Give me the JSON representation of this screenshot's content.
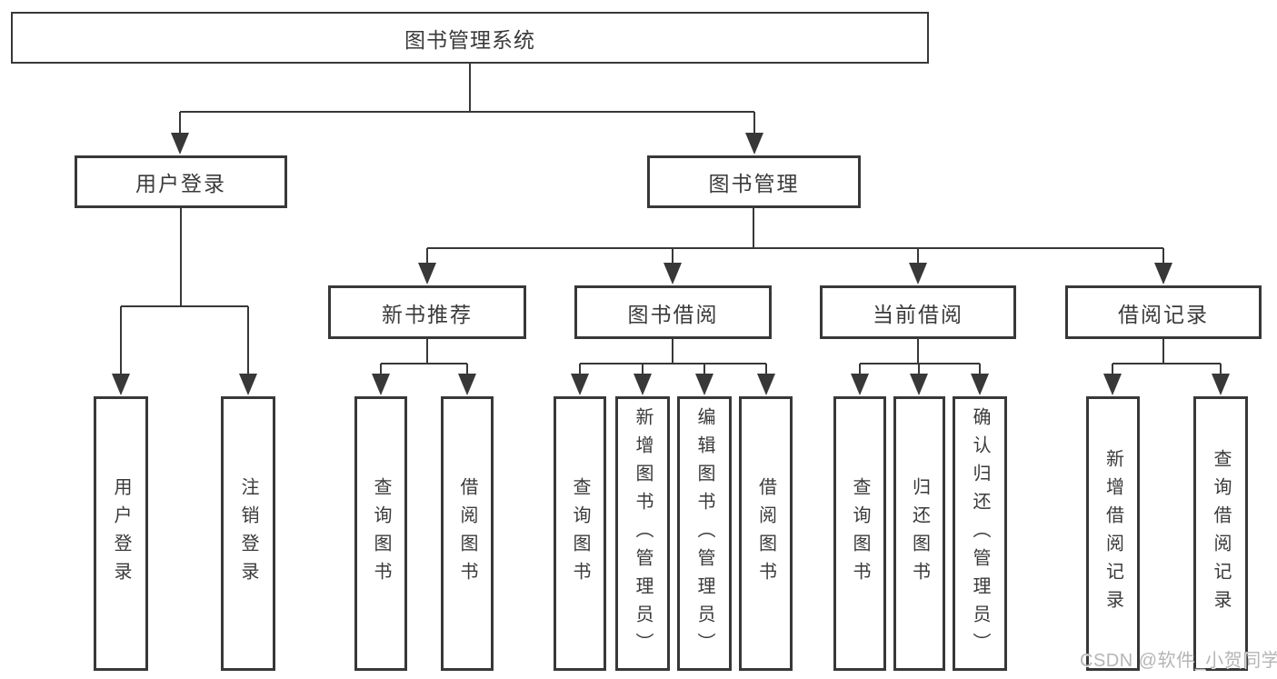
{
  "diagram": {
    "root": {
      "label": "图书管理系统"
    },
    "level2": [
      {
        "label": "用户登录"
      },
      {
        "label": "图书管理"
      }
    ],
    "level3": [
      {
        "label": "新书推荐"
      },
      {
        "label": "图书借阅"
      },
      {
        "label": "当前借阅"
      },
      {
        "label": "借阅记录"
      }
    ],
    "leaves": [
      {
        "label": "用户登录"
      },
      {
        "label": "注销登录"
      },
      {
        "label": "查询图书"
      },
      {
        "label": "借阅图书"
      },
      {
        "label": "查询图书"
      },
      {
        "label": "新增图书（管理员）"
      },
      {
        "label": "编辑图书（管理员）"
      },
      {
        "label": "借阅图书"
      },
      {
        "label": "查询图书"
      },
      {
        "label": "归还图书"
      },
      {
        "label": "确认归还（管理员）"
      },
      {
        "label": "新增借阅记录"
      },
      {
        "label": "查询借阅记录"
      }
    ]
  },
  "watermark": {
    "text": "CSDN @软件_小贺同学"
  },
  "colors": {
    "line": "#383838",
    "text": "#3a3a3a",
    "watermark": "#b5b5b5",
    "background": "#ffffff"
  }
}
